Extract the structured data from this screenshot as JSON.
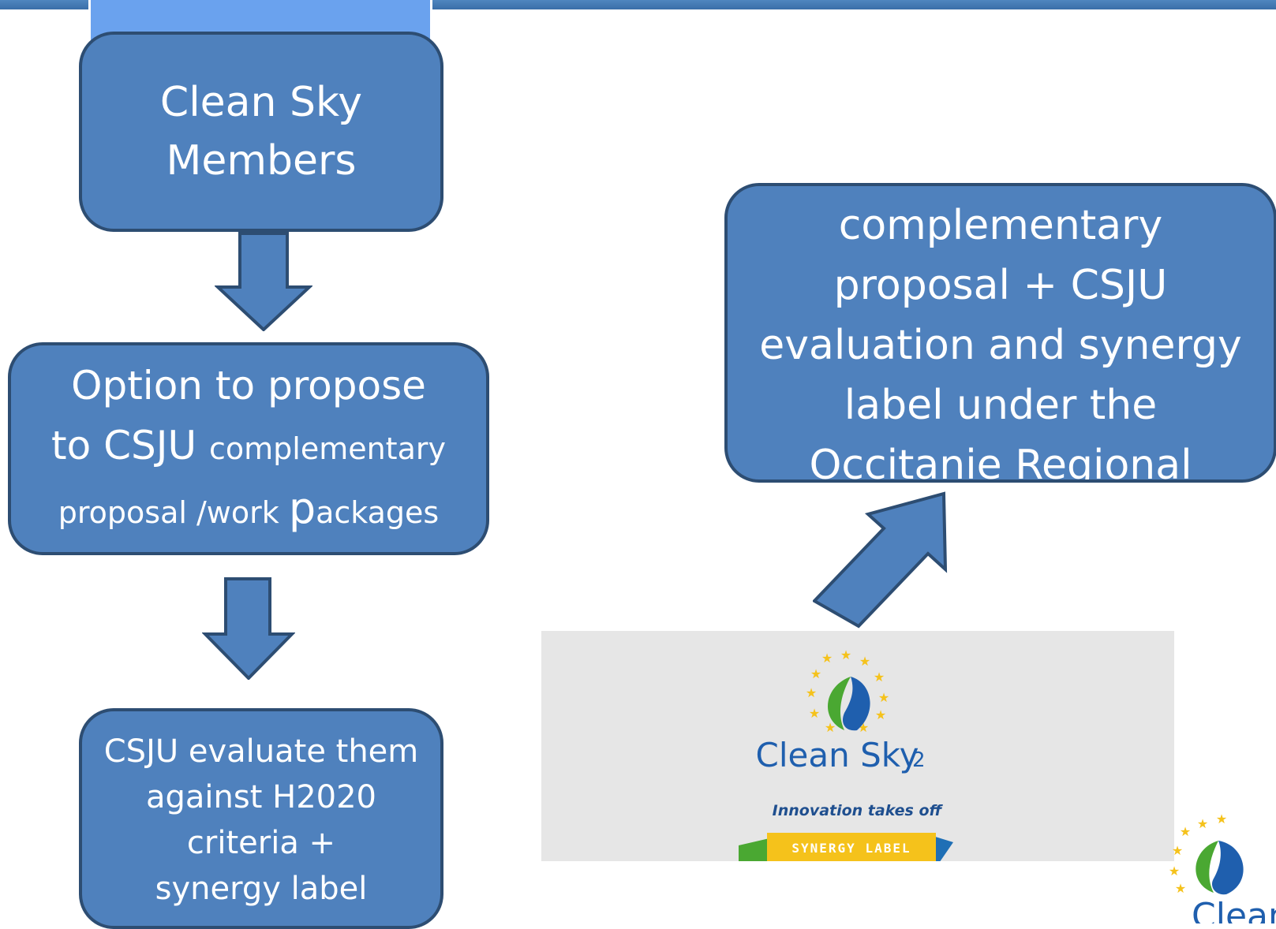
{
  "boxes": {
    "members": {
      "line1": "Clean Sky",
      "line2": "Members"
    },
    "option": {
      "line1": "Option to propose",
      "line2_big": "to CSJU ",
      "line2_small": "complementary",
      "line3_a": "proposal /work ",
      "line3_p": "p",
      "line3_b": "ackages"
    },
    "csju": {
      "line1": "CSJU evaluate them",
      "line2": "against H2020",
      "line3": "criteria +",
      "line4": "synergy label"
    },
    "complementary": {
      "line1": "complementary",
      "line2": "proposal + CSJU",
      "line3": "evaluation and synergy",
      "line4": "label under the",
      "line5": "Occitanie Regional"
    }
  },
  "logo": {
    "brand": "Clean Sky",
    "brand_sub": "2",
    "tagline": "Innovation takes off",
    "ribbon": "SYNERGY LABEL"
  },
  "corner_logo": {
    "brand": "Clean S"
  },
  "colors": {
    "box_fill": "#4f81bd",
    "box_border": "#2d4d72",
    "logo_panel": "#e6e6e6",
    "ribbon_yellow": "#f5c21b",
    "ribbon_green": "#4aa832",
    "ribbon_blue": "#1f6fb5"
  }
}
